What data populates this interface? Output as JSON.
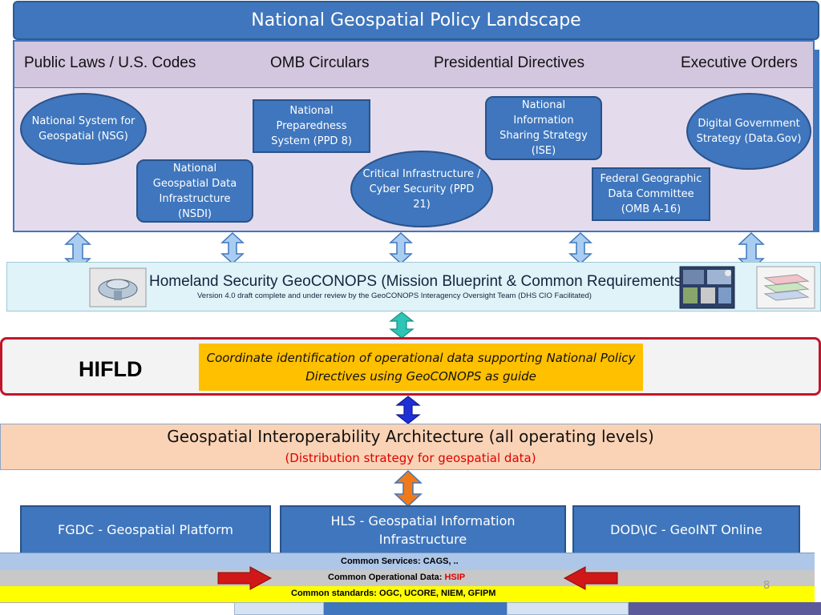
{
  "title": "National Geospatial Policy Landscape",
  "policy_categories": [
    "Public Laws / U.S. Codes",
    "OMB Circulars",
    "Presidential Directives",
    "Executive Orders"
  ],
  "policies": {
    "nsg": "National System for Geospatial (NSG)",
    "nsdi": "National Geospatial Data Infrastructure (NSDI)",
    "ppd8": "National Preparedness System (PPD 8)",
    "ppd21": "Critical Infrastructure / Cyber Security (PPD 21)",
    "ise": "National Information Sharing Strategy (ISE)",
    "fgdc": "Federal Geographic Data Committee (OMB A-16)",
    "datagov": "Digital Government Strategy (Data.Gov)"
  },
  "geoconops": {
    "title": "Homeland Security GeoCONOPS (Mission Blueprint & Common Requirements)",
    "subtitle": "Version 4.0 draft complete and under review by the GeoCONOPS Interagency Oversight Team (DHS CIO Facilitated)"
  },
  "hifld": {
    "label": "HIFLD",
    "callout": "Coordinate identification of operational data supporting National Policy Directives using GeoCONOPS as guide"
  },
  "architecture": {
    "title": "Geospatial Interoperability Architecture (all operating levels)",
    "subtitle": "(Distribution strategy for geospatial data)"
  },
  "platforms": {
    "fgdc": "FGDC - Geospatial Platform",
    "hls": "HLS - Geospatial Information Infrastructure",
    "dod": "DOD\\IC - GeoINT Online"
  },
  "strips": {
    "services": "Common Services: CAGS, ..",
    "operational_prefix": "Common Operational Data: ",
    "operational_hsip": "HSIP",
    "standards": "Common standards:  OGC, UCORE, NIEM, GFIPM"
  },
  "page_number": "8",
  "colors": {
    "primary_blue": "#3f76bd",
    "hifld_border": "#c2152a",
    "callout_yellow": "#ffc000",
    "architecture_peach": "#fad3b6",
    "hsip_red": "#e00000"
  }
}
